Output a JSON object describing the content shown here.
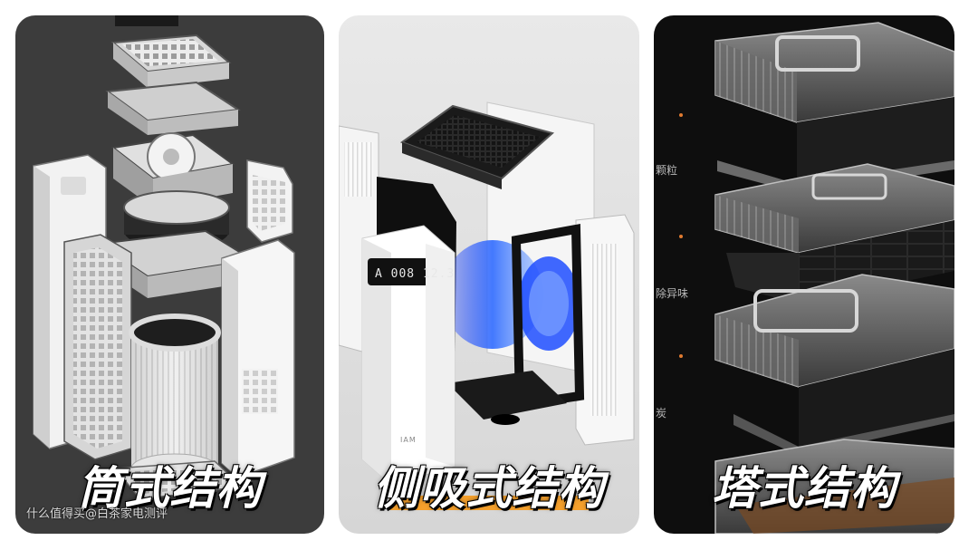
{
  "panels": [
    {
      "caption": "筒式结构",
      "watermark": "什么值得买"
    },
    {
      "caption": "侧吸式结构",
      "display_text": "A 008 12.3",
      "brand": "IAM"
    },
    {
      "caption": "塔式结构",
      "side_labels": [
        "颗粒",
        "除异味",
        "炭"
      ]
    }
  ],
  "watermark": "@白茶家电测评",
  "colors": {
    "accent": "#f5a02c",
    "dot": "#e07a30",
    "fan_blue": "#2f6bff"
  }
}
